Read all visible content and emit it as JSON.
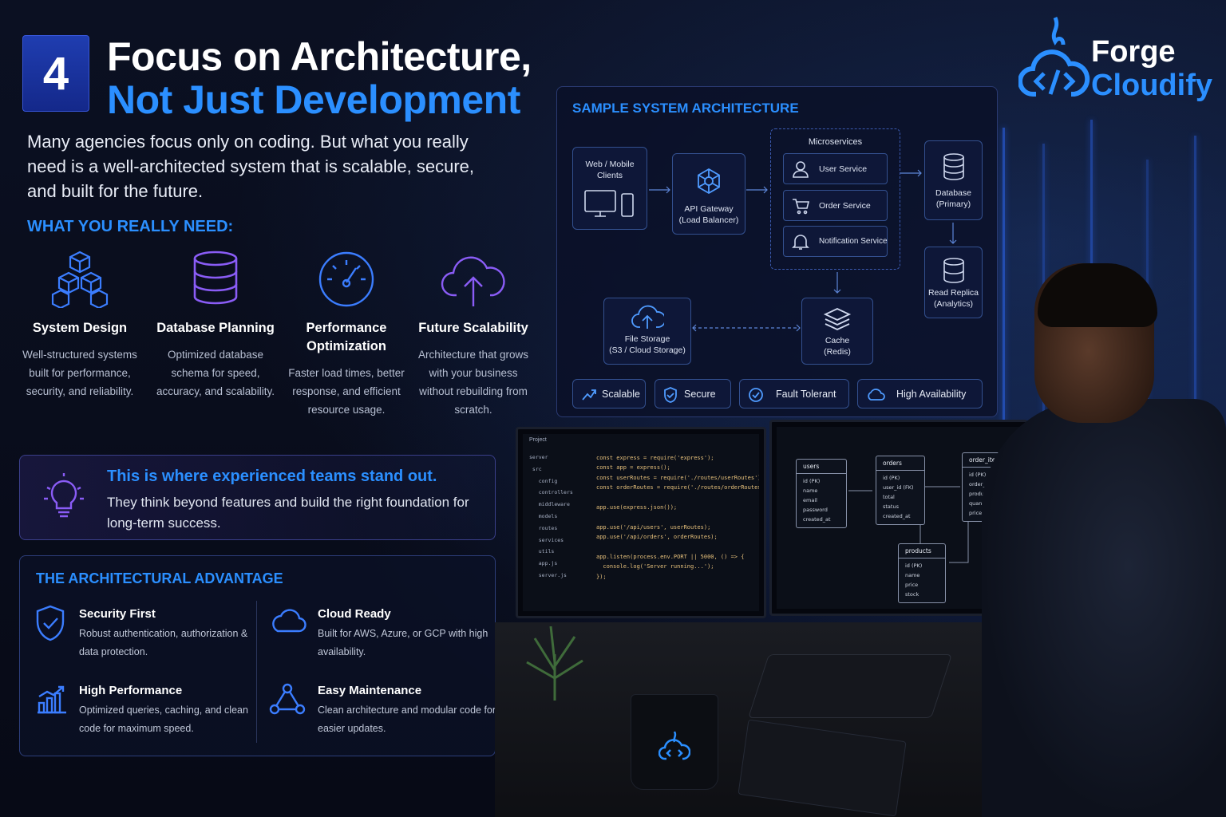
{
  "header": {
    "number": "4",
    "title_line1": "Focus on Architecture,",
    "title_line2": "Not Just Development",
    "intro": "Many agencies focus only on coding. But what you really need is a well-architected system that is scalable, secure, and built for the future."
  },
  "needs": {
    "heading": "WHAT YOU REALLY NEED:",
    "items": [
      {
        "title": "System Design",
        "desc": "Well-structured systems built for performance, security, and reliability.",
        "icon": "cubes-icon"
      },
      {
        "title": "Database Planning",
        "desc": "Optimized database schema for speed, accuracy, and scalability.",
        "icon": "database-icon"
      },
      {
        "title": "Performance Optimization",
        "desc": "Faster load times, better response, and efficient resource usage.",
        "icon": "speedometer-icon"
      },
      {
        "title": "Future Scalability",
        "desc": "Architecture that grows with your business without rebuilding from scratch.",
        "icon": "cloud-upload-icon"
      }
    ]
  },
  "callout": {
    "title": "This is where experienced teams stand out.",
    "desc": "They think beyond features and build the right foundation for long-term success.",
    "icon": "lightbulb-icon"
  },
  "advantage": {
    "heading": "THE ARCHITECTURAL ADVANTAGE",
    "items": [
      {
        "title": "Security First",
        "desc": "Robust authentication, authorization & data protection.",
        "icon": "shield-check-icon"
      },
      {
        "title": "Cloud Ready",
        "desc": "Built for AWS, Azure, or GCP with high availability.",
        "icon": "cloud-icon"
      },
      {
        "title": "High Performance",
        "desc": "Optimized queries, caching, and clean code for maximum speed.",
        "icon": "bar-chart-icon"
      },
      {
        "title": "Easy Maintenance",
        "desc": "Clean architecture and modular code for easier updates.",
        "icon": "network-icon"
      }
    ]
  },
  "logo": {
    "line1": "Forge",
    "line2": "Cloudify"
  },
  "architecture": {
    "heading": "SAMPLE SYSTEM ARCHITECTURE",
    "clients": "Web / Mobile Clients",
    "gateway_line1": "API Gateway",
    "gateway_line2": "(Load Balancer)",
    "microservices": "Microservices",
    "services": [
      "User Service",
      "Order Service",
      "Notification Service"
    ],
    "db_line1": "Database",
    "db_line2": "(Primary)",
    "replica_line1": "Read Replica",
    "replica_line2": "(Analytics)",
    "storage_line1": "File Storage",
    "storage_line2": "(S3 / Cloud Storage)",
    "cache_line1": "Cache",
    "cache_line2": "(Redis)",
    "pills": [
      "Scalable",
      "Secure",
      "Fault Tolerant",
      "High Availability"
    ]
  },
  "editor": {
    "tab_project": "Project",
    "tree": [
      "server",
      "src",
      "config",
      "controllers",
      "middleware",
      "models",
      "routes",
      "services",
      "utils",
      "app.js",
      "server.js"
    ],
    "code": [
      "const express = require('express');",
      "const app = express();",
      "const userRoutes = require('./routes/userRoutes');",
      "const orderRoutes = require('./routes/orderRoutes');",
      "",
      "app.use(express.json());",
      "",
      "app.use('/api/users', userRoutes);",
      "app.use('/api/orders', orderRoutes);",
      "",
      "app.listen(process.env.PORT || 5000, () => {",
      "  console.log('Server running...');",
      "});"
    ]
  },
  "schema": {
    "tables": [
      {
        "name": "users",
        "fields": [
          "id (PK)",
          "name",
          "email",
          "password",
          "created_at"
        ]
      },
      {
        "name": "orders",
        "fields": [
          "id (PK)",
          "user_id (FK)",
          "total",
          "status",
          "created_at"
        ]
      },
      {
        "name": "order_items",
        "fields": [
          "id (PK)",
          "order_id (FK)",
          "product_id (FK)",
          "quantity",
          "price"
        ]
      },
      {
        "name": "products",
        "fields": [
          "id (PK)",
          "name",
          "price",
          "stock"
        ]
      }
    ]
  },
  "colors": {
    "accent": "#2b8fff",
    "badge": "#1f3db0",
    "purple": "#8a5cf6"
  }
}
